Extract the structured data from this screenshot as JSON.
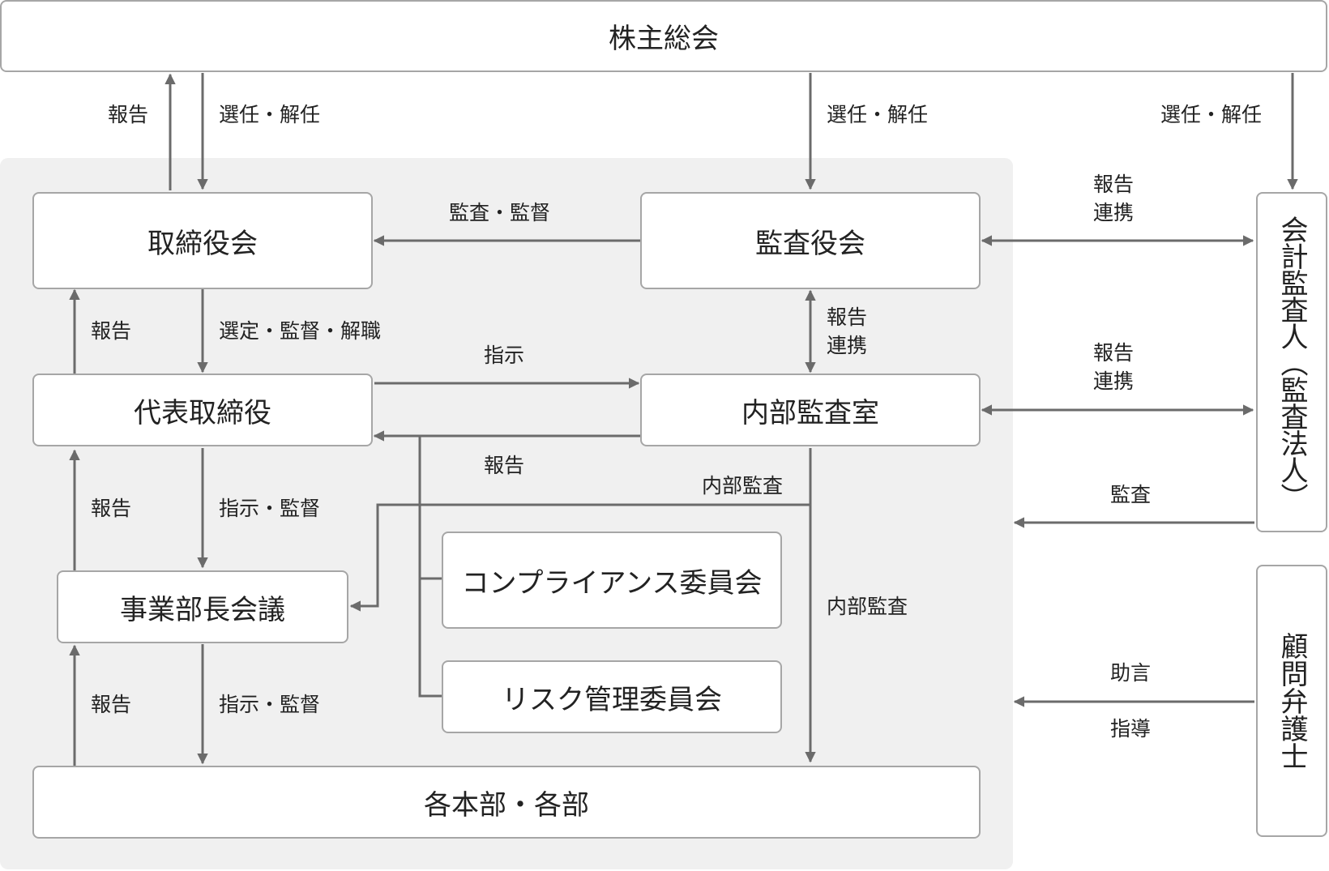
{
  "nodes": {
    "shareholders": "株主総会",
    "board": "取締役会",
    "auditors_board": "監査役会",
    "accounting_auditor": "会計監査人（監査法人）",
    "representative": "代表取締役",
    "internal_audit": "内部監査室",
    "division_meeting": "事業部長会議",
    "compliance": "コンプライアンス委員会",
    "risk": "リスク管理委員会",
    "departments": "各本部・各部",
    "lawyer": "顧問弁護士"
  },
  "labels": {
    "report_1": "報告",
    "appoint_1": "選任・解任",
    "appoint_2": "選任・解任",
    "appoint_3": "選任・解任",
    "audit_supervise": "監査・監督",
    "report_link_1a": "報告",
    "report_link_1b": "連携",
    "report_2": "報告",
    "select_supervise_dismiss": "選定・監督・解職",
    "report_link_2a": "報告",
    "report_link_2b": "連携",
    "instruct": "指示",
    "report_link_3a": "報告",
    "report_link_3b": "連携",
    "report_3": "報告",
    "internal_audit_1": "内部監査",
    "report_4": "報告",
    "instruct_supervise_1": "指示・監督",
    "audit": "監査",
    "internal_audit_2": "内部監査",
    "advice": "助言",
    "report_5": "報告",
    "instruct_supervise_2": "指示・監督",
    "guidance": "指導"
  },
  "colors": {
    "line": "#6b6b6b",
    "border": "#a6a6a6",
    "panel": "#f0f0f0"
  }
}
